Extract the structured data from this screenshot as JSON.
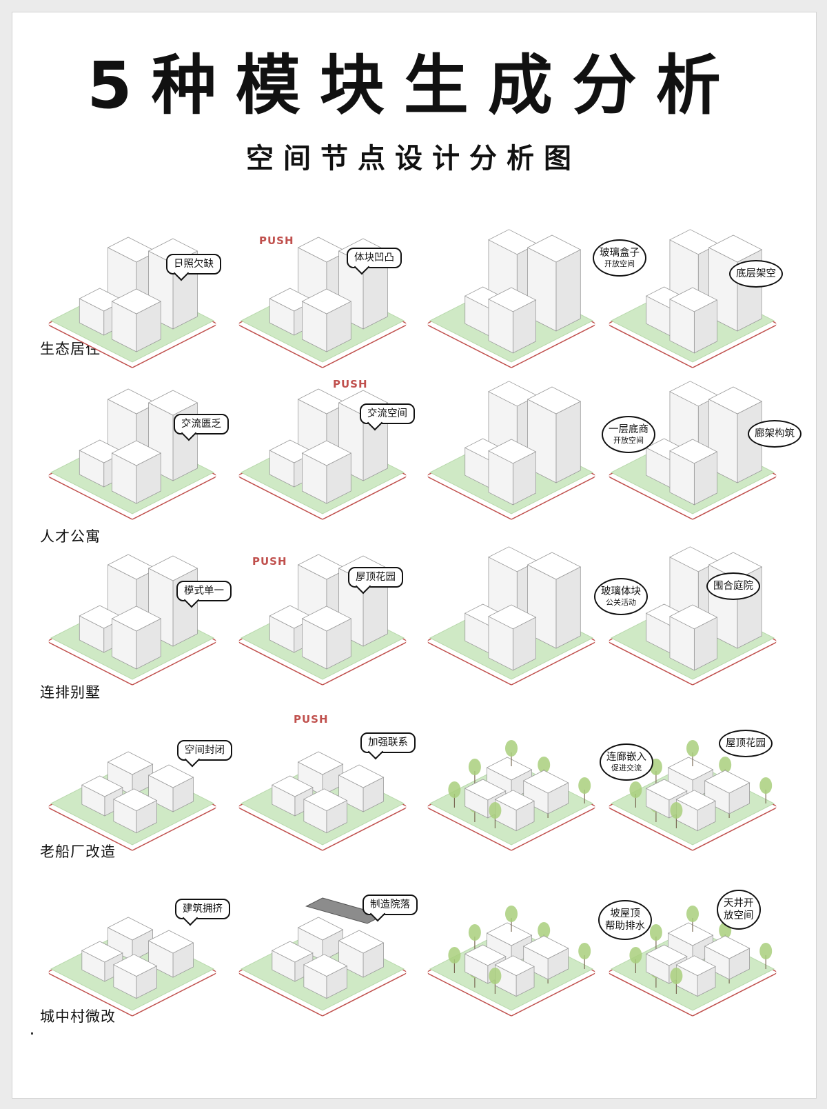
{
  "title": "5种模块生成分析",
  "subtitle": "空间节点设计分析图",
  "push_label": "PUSH",
  "colors": {
    "green": "#cfe9c5",
    "green_dark": "#7cc495",
    "border_red": "#c0504d",
    "building": "#ffffff",
    "tree": "#a9cf7d"
  },
  "rows": [
    {
      "label": "生态居住",
      "panels": [
        {
          "bubbles": [
            "日照欠缺"
          ]
        },
        {
          "bubbles": [
            "体块凹凸"
          ],
          "push": true
        },
        {
          "bubbles": []
        },
        {
          "bubbles": [
            "玻璃盒子",
            "开放空间",
            "底层架空"
          ]
        }
      ]
    },
    {
      "label": "人才公寓",
      "panels": [
        {
          "bubbles": [
            "交流匮乏"
          ]
        },
        {
          "bubbles": [
            "交流空间"
          ],
          "push": true
        },
        {
          "bubbles": []
        },
        {
          "bubbles": [
            "一层底商",
            "开放空间",
            "廊架构筑"
          ]
        }
      ]
    },
    {
      "label": "连排别墅",
      "panels": [
        {
          "bubbles": [
            "模式单一"
          ]
        },
        {
          "bubbles": [
            "屋顶花园"
          ],
          "push": true
        },
        {
          "bubbles": []
        },
        {
          "bubbles": [
            "玻璃体块",
            "公关活动",
            "围合庭院"
          ]
        }
      ]
    },
    {
      "label": "老船厂改造",
      "panels": [
        {
          "bubbles": [
            "空间封闭"
          ]
        },
        {
          "bubbles": [
            "加强联系"
          ],
          "push": true
        },
        {
          "bubbles": []
        },
        {
          "bubbles": [
            "连廊嵌入",
            "促进交流",
            "屋顶花园"
          ]
        }
      ]
    },
    {
      "label": "城中村微改",
      "panels": [
        {
          "bubbles": [
            "建筑拥挤"
          ]
        },
        {
          "bubbles": [
            "制造院落"
          ]
        },
        {
          "bubbles": []
        },
        {
          "bubbles": [
            "坡屋顶",
            "帮助排水",
            "天井开",
            "放空间"
          ]
        }
      ]
    }
  ]
}
